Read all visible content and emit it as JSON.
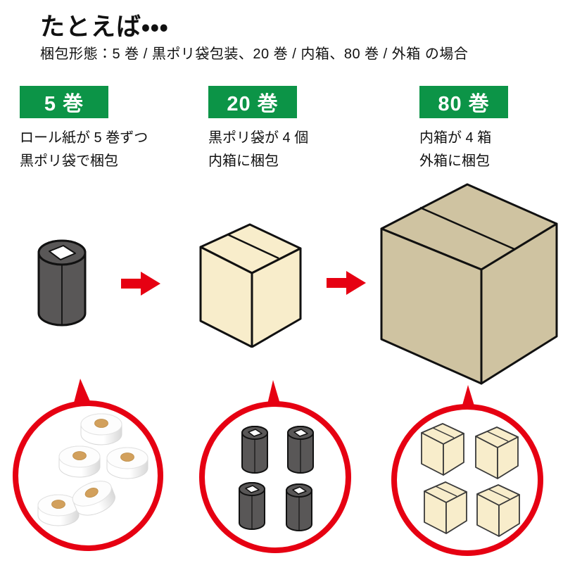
{
  "page": {
    "title": "たとえば・・・",
    "subtitle": "梱包形態：5 巻 / 黒ポリ袋包装、20 巻 / 内箱、80 巻 / 外箱 の場合"
  },
  "colors": {
    "green": "#0C9447",
    "red": "#E60012",
    "cream": "#F8EDCB",
    "tan": "#CFC3A1",
    "bag_gray": "#595757",
    "roll_core": "#D2A05C",
    "ink": "#111111"
  },
  "steps": [
    {
      "badge": "5 巻",
      "desc_line1": "ロール紙が 5 巻ずつ",
      "desc_line2": "黒ポリ袋で梱包",
      "illustration": "black-poly-bag-cylinder",
      "callout_contents": "5-white-toilet-rolls"
    },
    {
      "badge": "20 巻",
      "desc_line1": "黒ポリ袋が 4 個",
      "desc_line2": "内箱に梱包",
      "illustration": "inner-cardboard-box",
      "callout_contents": "4-black-poly-bags"
    },
    {
      "badge": "80 巻",
      "desc_line1": "内箱が 4 箱",
      "desc_line2": "外箱に梱包",
      "illustration": "outer-cardboard-box",
      "callout_contents": "4-inner-boxes"
    }
  ]
}
